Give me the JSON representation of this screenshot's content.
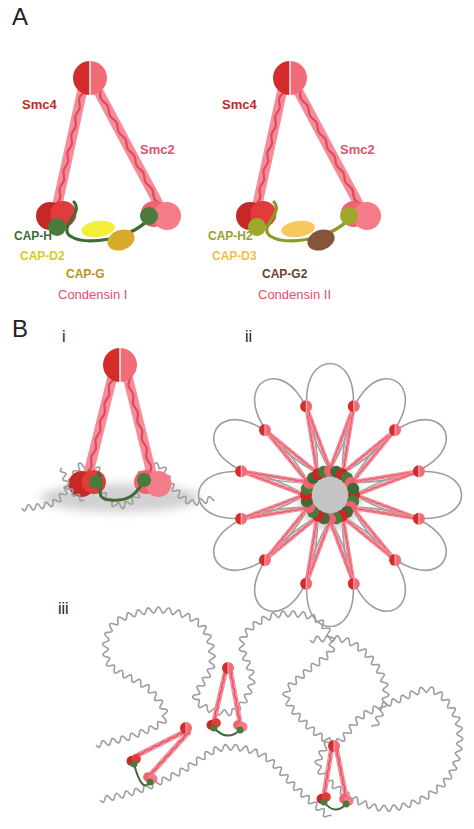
{
  "diagram": {
    "labels": [
      "A",
      "Smc4",
      "Smc2",
      "CAP-H",
      "CAP-D2",
      "CAP-G",
      "Condensin I",
      "Smc4",
      "Smc2",
      "CAP-H2",
      "CAP-D3",
      "CAP-G2",
      "Condensin II",
      "B",
      "i",
      "ii",
      "iii"
    ]
  }
}
